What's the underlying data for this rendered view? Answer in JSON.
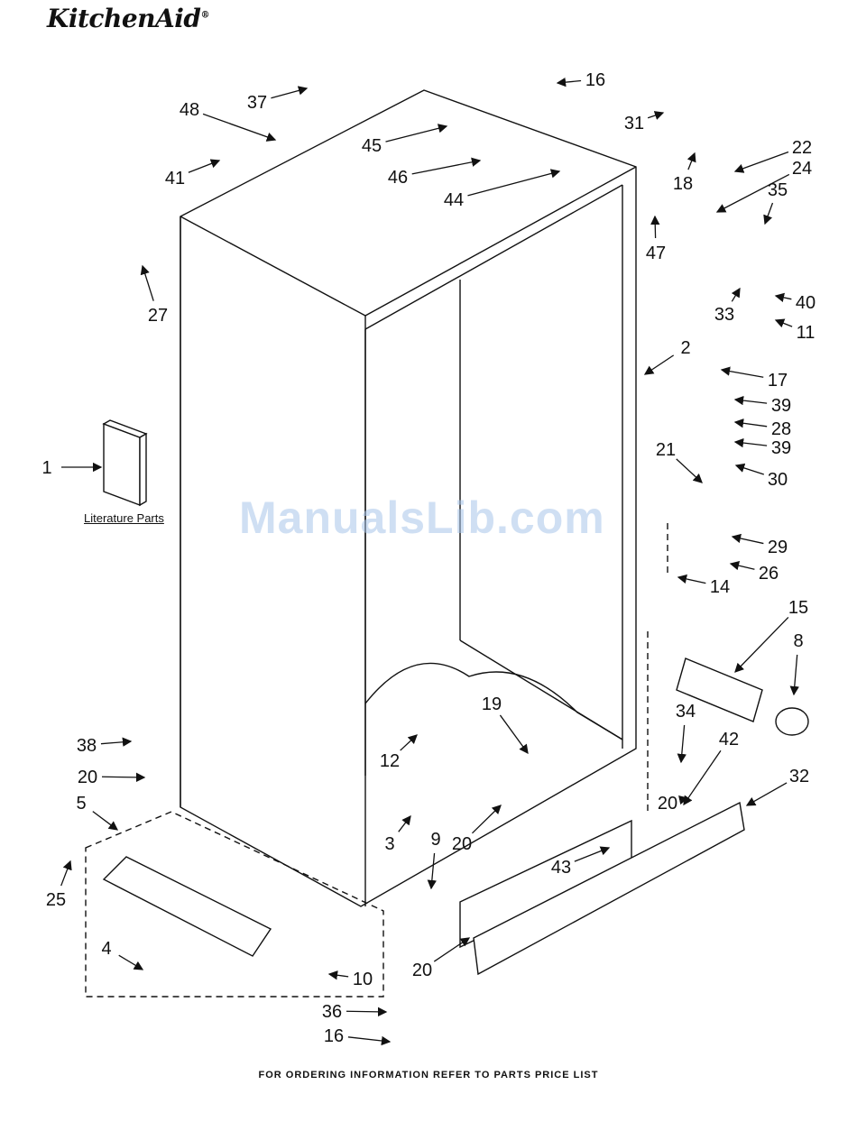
{
  "brand": {
    "name": "KitchenAid",
    "mark": "®"
  },
  "footer": "FOR ORDERING INFORMATION REFER TO PARTS PRICE LIST",
  "watermark": "ManualsLib.com",
  "literature_label": "Literature Parts",
  "callouts": [
    "1",
    "2",
    "3",
    "4",
    "5",
    "8",
    "9",
    "10",
    "11",
    "12",
    "14",
    "15",
    "16",
    "16",
    "17",
    "18",
    "19",
    "20",
    "20",
    "20",
    "20",
    "21",
    "22",
    "24",
    "25",
    "26",
    "27",
    "28",
    "29",
    "30",
    "31",
    "32",
    "33",
    "34",
    "35",
    "36",
    "37",
    "38",
    "39",
    "39",
    "40",
    "41",
    "42",
    "43",
    "44",
    "45",
    "46",
    "47",
    "48"
  ],
  "colors": {
    "line": "#111111",
    "watermark": "#a9c6ea"
  }
}
